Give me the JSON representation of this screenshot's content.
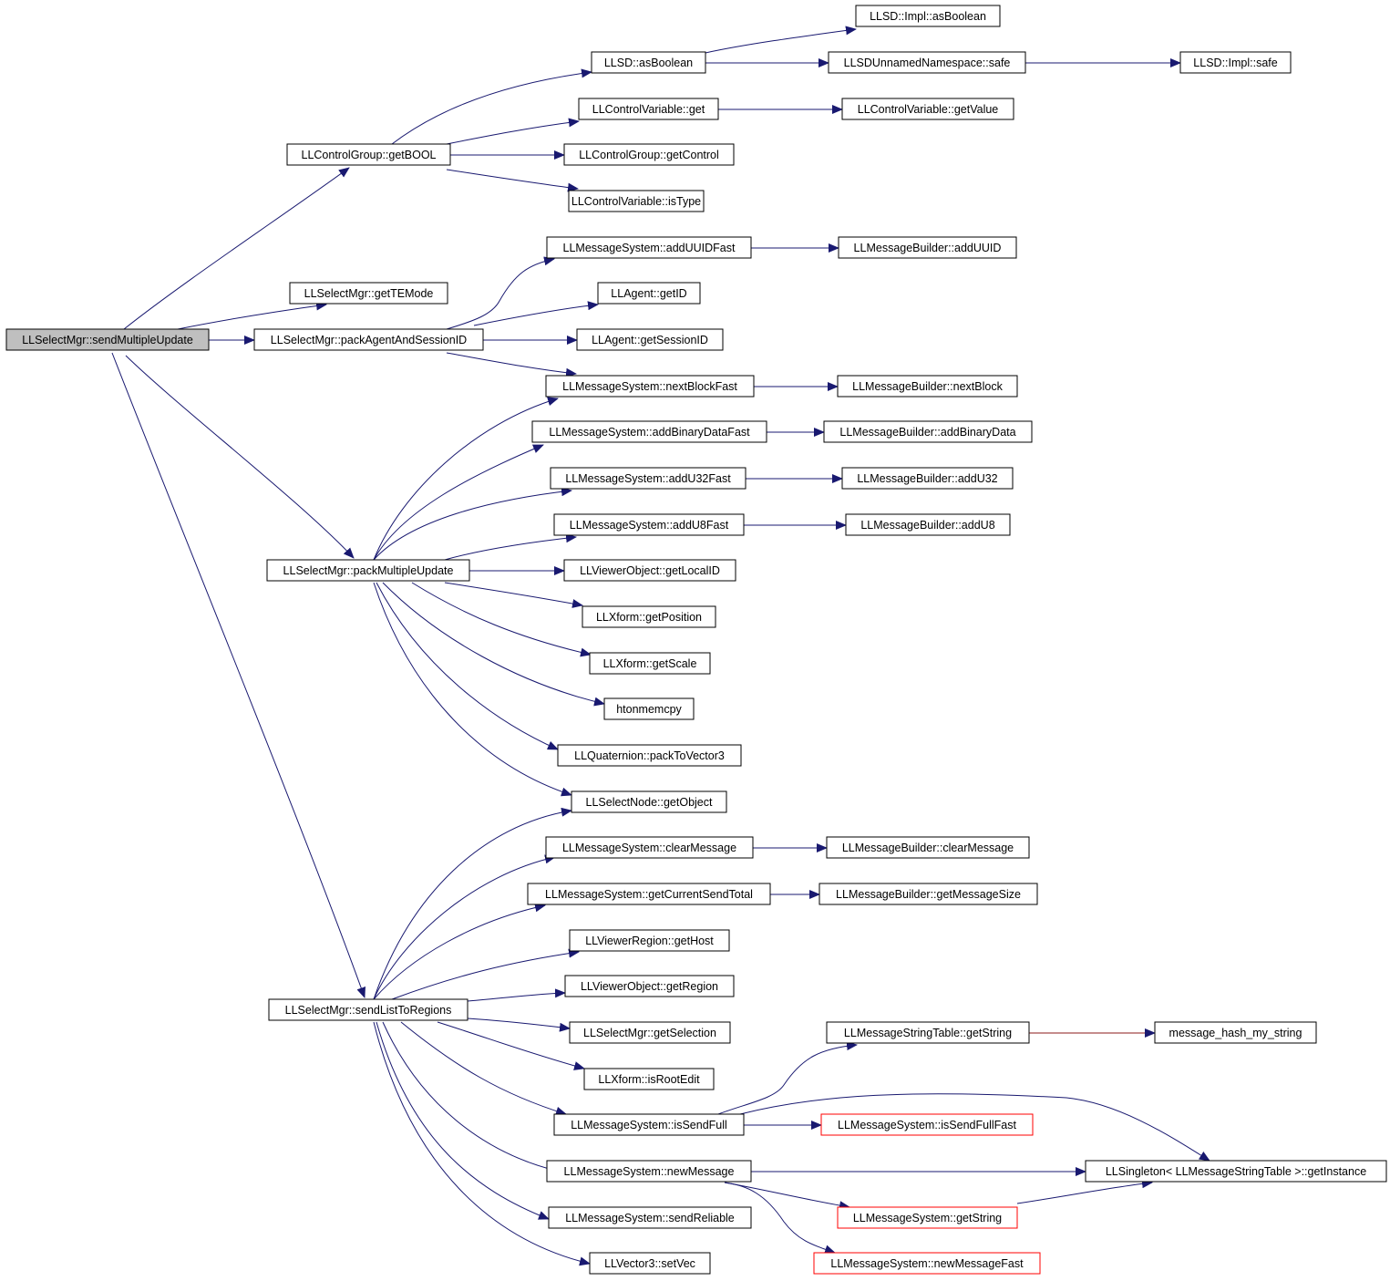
{
  "colors": {
    "edge": "#191970",
    "edge_red": "#8b1a1a",
    "node_border": "#000000",
    "node_red_border": "#ff0000",
    "root_fill": "#bfbfbf",
    "node_fill": "#ffffff"
  },
  "nodes": {
    "root": "LLSelectMgr::sendMultipleUpdate",
    "getBOOL": "LLControlGroup::getBOOL",
    "getTEMode": "LLSelectMgr::getTEMode",
    "packAgent": "LLSelectMgr::packAgentAndSessionID",
    "packMulti": "LLSelectMgr::packMultipleUpdate",
    "sendList": "LLSelectMgr::sendListToRegions",
    "asBoolean": "LLSD::asBoolean",
    "implAsBoolean": "LLSD::Impl::asBoolean",
    "unnamedSafe": "LLSDUnnamedNamespace::safe",
    "implSafe": "LLSD::Impl::safe",
    "cvGet": "LLControlVariable::get",
    "cvGetValue": "LLControlVariable::getValue",
    "getControl": "LLControlGroup::getControl",
    "isType": "LLControlVariable::isType",
    "addUUIDFast": "LLMessageSystem::addUUIDFast",
    "mbAddUUID": "LLMessageBuilder::addUUID",
    "agentGetID": "LLAgent::getID",
    "getSessionID": "LLAgent::getSessionID",
    "nextBlockFast": "LLMessageSystem::nextBlockFast",
    "mbNextBlock": "LLMessageBuilder::nextBlock",
    "addBinaryDataFast": "LLMessageSystem::addBinaryDataFast",
    "mbAddBinaryData": "LLMessageBuilder::addBinaryData",
    "addU32Fast": "LLMessageSystem::addU32Fast",
    "mbAddU32": "LLMessageBuilder::addU32",
    "addU8Fast": "LLMessageSystem::addU8Fast",
    "mbAddU8": "LLMessageBuilder::addU8",
    "getLocalID": "LLViewerObject::getLocalID",
    "getPosition": "LLXform::getPosition",
    "getScale": "LLXform::getScale",
    "htonmemcpy": "htonmemcpy",
    "packToVector3": "LLQuaternion::packToVector3",
    "getObject": "LLSelectNode::getObject",
    "clearMessage": "LLMessageSystem::clearMessage",
    "mbClearMessage": "LLMessageBuilder::clearMessage",
    "getCurrentSendTotal": "LLMessageSystem::getCurrentSendTotal",
    "mbGetMessageSize": "LLMessageBuilder::getMessageSize",
    "getHost": "LLViewerRegion::getHost",
    "getRegion": "LLViewerObject::getRegion",
    "getSelection": "LLSelectMgr::getSelection",
    "isRootEdit": "LLXform::isRootEdit",
    "mstGetString": "LLMessageStringTable::getString",
    "hashString": "message_hash_my_string",
    "isSendFull": "LLMessageSystem::isSendFull",
    "isSendFullFast": "LLMessageSystem::isSendFullFast",
    "newMessage": "LLMessageSystem::newMessage",
    "singleton": "LLSingleton< LLMessageStringTable >::getInstance",
    "msGetString": "LLMessageSystem::getString",
    "sendReliable": "LLMessageSystem::sendReliable",
    "newMessageFast": "LLMessageSystem::newMessageFast",
    "setVec": "LLVector3::setVec"
  }
}
